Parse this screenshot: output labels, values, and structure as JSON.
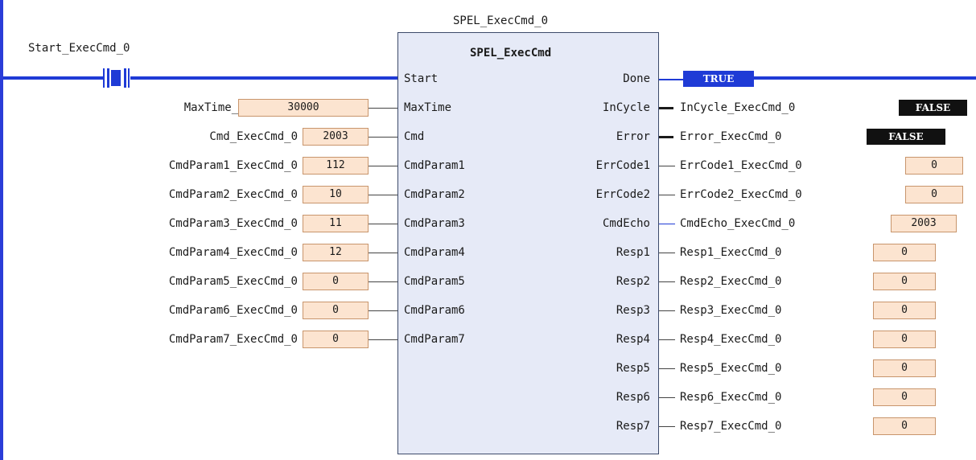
{
  "instance_name": "SPEL_ExecCmd_0",
  "block_type": "SPEL_ExecCmd",
  "contact": {
    "name": "Start_ExecCmd_0"
  },
  "done_output": {
    "pin": "Done",
    "value": "TRUE"
  },
  "inputs": [
    {
      "pin": "Start"
    },
    {
      "pin": "MaxTime",
      "var": "MaxTime_ExecCmd_0",
      "value": "30000"
    },
    {
      "pin": "Cmd",
      "var": "Cmd_ExecCmd_0",
      "value": "2003"
    },
    {
      "pin": "CmdParam1",
      "var": "CmdParam1_ExecCmd_0",
      "value": "112"
    },
    {
      "pin": "CmdParam2",
      "var": "CmdParam2_ExecCmd_0",
      "value": "10"
    },
    {
      "pin": "CmdParam3",
      "var": "CmdParam3_ExecCmd_0",
      "value": "11"
    },
    {
      "pin": "CmdParam4",
      "var": "CmdParam4_ExecCmd_0",
      "value": "12"
    },
    {
      "pin": "CmdParam5",
      "var": "CmdParam5_ExecCmd_0",
      "value": "0"
    },
    {
      "pin": "CmdParam6",
      "var": "CmdParam6_ExecCmd_0",
      "value": "0"
    },
    {
      "pin": "CmdParam7",
      "var": "CmdParam7_ExecCmd_0",
      "value": "0"
    }
  ],
  "outputs": [
    {
      "pin": "InCycle",
      "var": "InCycle_ExecCmd_0",
      "value": "FALSE"
    },
    {
      "pin": "Error",
      "var": "Error_ExecCmd_0",
      "value": "FALSE"
    },
    {
      "pin": "ErrCode1",
      "var": "ErrCode1_ExecCmd_0",
      "value": "0"
    },
    {
      "pin": "ErrCode2",
      "var": "ErrCode2_ExecCmd_0",
      "value": "0"
    },
    {
      "pin": "CmdEcho",
      "var": "CmdEcho_ExecCmd_0",
      "value": "2003"
    },
    {
      "pin": "Resp1",
      "var": "Resp1_ExecCmd_0",
      "value": "0"
    },
    {
      "pin": "Resp2",
      "var": "Resp2_ExecCmd_0",
      "value": "0"
    },
    {
      "pin": "Resp3",
      "var": "Resp3_ExecCmd_0",
      "value": "0"
    },
    {
      "pin": "Resp4",
      "var": "Resp4_ExecCmd_0",
      "value": "0"
    },
    {
      "pin": "Resp5",
      "var": "Resp5_ExecCmd_0",
      "value": "0"
    },
    {
      "pin": "Resp6",
      "var": "Resp6_ExecCmd_0",
      "value": "0"
    },
    {
      "pin": "Resp7",
      "var": "Resp7_ExecCmd_0",
      "value": "0"
    }
  ],
  "colors": {
    "power_rail": "#2a3dd8",
    "power_flow": "#1f3bd6",
    "value_box_fill": "#fce4d0",
    "value_box_border": "#c8956c",
    "block_fill": "#e6eaf7",
    "bool_true_fill": "#1f3bd6",
    "bool_false_fill": "#111111"
  }
}
